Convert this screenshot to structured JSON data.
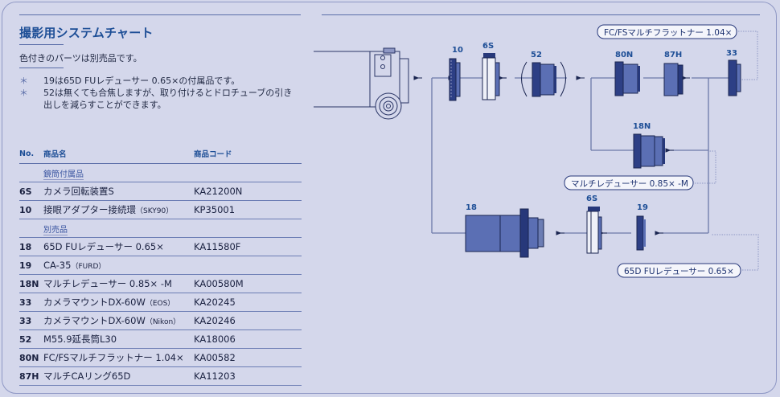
{
  "title": "撮影用システムチャート",
  "note": "色付きのパーツは別売品です。",
  "bullets": [
    {
      "mark": "＊",
      "text": "19は65D FUレデューサー 0.65×の付属品です。"
    },
    {
      "mark": "＊",
      "text": "52は無くても合焦しますが、取り付けるとドロチューブの引き出しを減らすことができます。"
    }
  ],
  "table": {
    "headers": {
      "no": "No.",
      "name": "商品名",
      "code": "商品コード"
    },
    "sections": [
      {
        "label": "鏡筒付属品",
        "rows": [
          {
            "no": "6S",
            "name": "カメラ回転装置S",
            "suffix": "",
            "code": "KA21200N"
          },
          {
            "no": "10",
            "name": "接眼アダプター接続環",
            "suffix": "（SKY90）",
            "code": "KP35001"
          }
        ]
      },
      {
        "label": "別売品",
        "rows": [
          {
            "no": "18",
            "name": "65D FUレデューサー 0.65×",
            "suffix": "",
            "code": "KA11580F"
          },
          {
            "no": "19",
            "name": "CA-35",
            "suffix": "（FURD）",
            "code": ""
          },
          {
            "no": "18N",
            "name": "マルチレデューサー 0.85× -M",
            "suffix": "",
            "code": "KA00580M"
          },
          {
            "no": "33",
            "name": "カメラマウントDX-60W",
            "suffix": "（EOS）",
            "code": "KA20245"
          },
          {
            "no": "33",
            "name": "カメラマウントDX-60W",
            "suffix": "（Nikon）",
            "code": "KA20246"
          },
          {
            "no": "52",
            "name": "M55.9延長筒L30",
            "suffix": "",
            "code": "KA18006"
          },
          {
            "no": "80N",
            "name": "FC/FSマルチフラットナー 1.04×",
            "suffix": "",
            "code": "KA00582"
          },
          {
            "no": "87H",
            "name": "マルチCAリング65D",
            "suffix": "",
            "code": "KA11203"
          }
        ]
      }
    ]
  },
  "diagram": {
    "labels": {
      "p10": "10",
      "p6s": "6S",
      "p52": "52",
      "p80n": "80N",
      "p87h": "87H",
      "p33": "33",
      "p18n": "18N",
      "p18": "18",
      "p6s_b": "6S",
      "p19": "19"
    },
    "callouts": {
      "flattener": "FC/FSマルチフラットナー 1.04×",
      "reducer_085": "マルチレデューサー 0.85× -M",
      "reducer_065": "65D FUレデューサー 0.65×"
    },
    "colors": {
      "part_fill": "#5b6fb4",
      "part_dark": "#27387a",
      "included_fill": "#eef0f8",
      "line": "#6c78a8",
      "label": "#1d4e96"
    }
  }
}
